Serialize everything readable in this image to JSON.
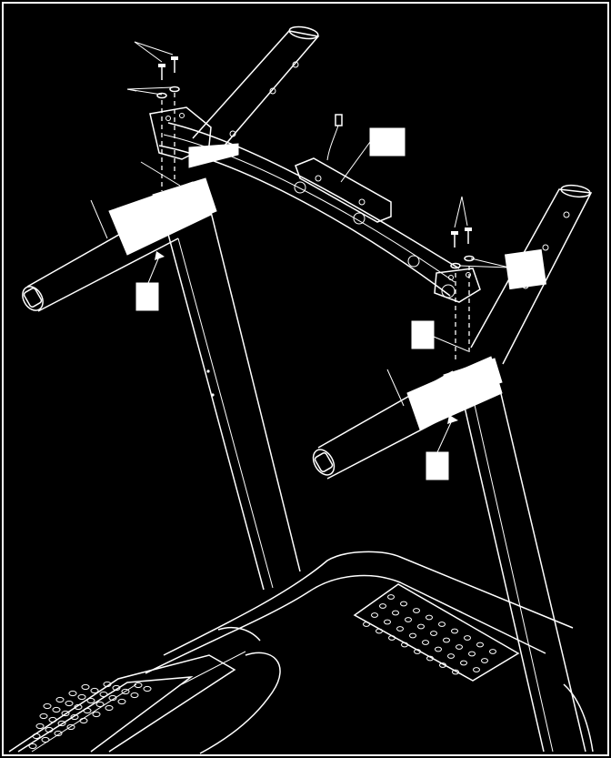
{
  "figure": {
    "callout_labels": []
  },
  "colors": {
    "background": "#000000",
    "line": "#ffffff"
  },
  "parts": [
    "frame-border",
    "left-upright",
    "right-upright",
    "crossbar",
    "console-base",
    "left-handrail",
    "right-handrail",
    "screws-and-washers",
    "wire-connector"
  ]
}
